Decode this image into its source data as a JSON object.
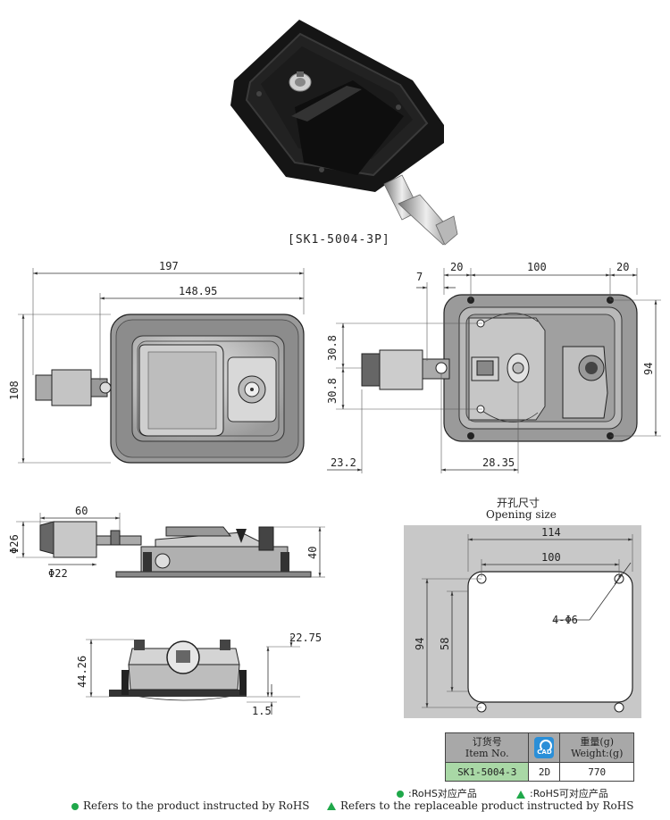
{
  "product": {
    "model_caption": "[SK1-5004-3P]"
  },
  "front_view": {
    "overall_width": "197",
    "mount_width": "148.95",
    "height": "108"
  },
  "back_view": {
    "left_margin": "20",
    "center_spacing": "100",
    "right_margin": "20",
    "small_offset": "7",
    "upper_offset": "30.8",
    "lower_offset": "30.8",
    "height": "94",
    "bolt_offset": "23.2",
    "lower_spacing": "28.35"
  },
  "side_view": {
    "depth": "60",
    "handle_diameter": "Φ26",
    "shaft_diameter": "Φ22",
    "height": "40"
  },
  "end_view": {
    "flange": "22.75",
    "height": "44.26",
    "thickness": "1.5"
  },
  "opening": {
    "title_cn": "开孔尺寸",
    "title_en": "Opening size",
    "width": "114",
    "hole_spacing": "100",
    "height": "94",
    "inner_height": "58",
    "holes": "4-Φ6"
  },
  "spec_table": {
    "headers": {
      "item_cn": "订货号",
      "item_en": "Item No.",
      "cad_label": "CAD",
      "weight_cn": "重量(g)",
      "weight_en": "Weight:(g)"
    },
    "row": {
      "item": "SK1-5004-3",
      "cad": "2D",
      "weight": "770"
    }
  },
  "legend": {
    "rohs": "RoHS对应产品",
    "rohs_replaceable": "RoHS可对应产品"
  },
  "footer": {
    "rohs_note": "Refers to the product instructed by RoHS",
    "replaceable_note": "Refers to the replaceable product instructed by RoHS"
  },
  "colors": {
    "rohs_green": "#1fa84a",
    "item_cell_green": "#a9d8a6",
    "opening_panel_gray": "#c8c8c8",
    "cad_blue": "#2a8fd8"
  }
}
